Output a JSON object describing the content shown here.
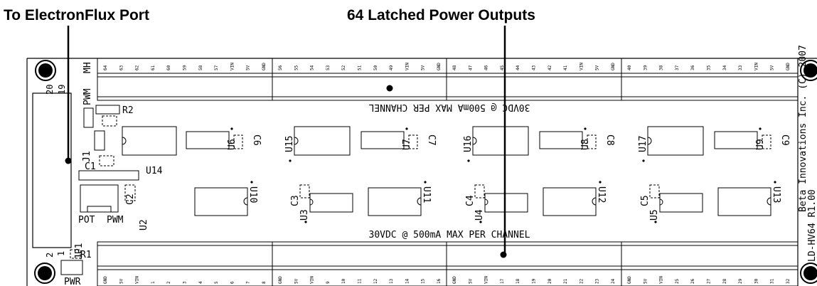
{
  "callouts": {
    "port": "To ElectronFlux Port",
    "outputs": "64 Latched Power Outputs"
  },
  "board": {
    "copyright_line1": "Beta Innovations Inc. (C) 2007",
    "copyright_line2": "LD-HV64 R1.00",
    "rating_top": "30VDC @ 500mA MAX PER CHANNEL",
    "rating_bottom": "30VDC @ 500mA MAX PER CHANNEL",
    "pin_numbers": {
      "top_20": "20",
      "top_19": "19",
      "bottom_2": "2",
      "bottom_1": "1"
    },
    "labels": {
      "mh": "MH",
      "pwm_top": "PWM",
      "r2": "R2",
      "j1": "J1",
      "c1": "C1",
      "u14": "U14",
      "c2": "C2",
      "pot": "POT",
      "pwm_bottom": "PWM",
      "u2": "U2",
      "jp1": "JP1",
      "r1": "R1",
      "pwr": "PWR"
    },
    "chips_upper": [
      {
        "u": "U15",
        "ug": "U7",
        "c": "C7"
      },
      {
        "u": "U16",
        "ug": "U8",
        "c": "C8"
      },
      {
        "u": "U17",
        "ug": "U9",
        "c": "C9"
      }
    ],
    "first_upper": {
      "ug": "U6",
      "c": "C6"
    },
    "chips_lower": [
      {
        "u": "U10"
      },
      {
        "u": "U11",
        "c": "C3",
        "ug": "U3"
      },
      {
        "u": "U12",
        "c": "C4",
        "ug": "U4"
      },
      {
        "u": "U13",
        "c": "C5",
        "ug": "U5"
      }
    ],
    "top_pins": [
      "64",
      "63",
      "62",
      "61",
      "60",
      "59",
      "58",
      "57",
      "VIN",
      "5V",
      "GND",
      "56",
      "55",
      "54",
      "53",
      "52",
      "51",
      "50",
      "49",
      "VIN",
      "5V",
      "GND",
      "48",
      "47",
      "46",
      "45",
      "44",
      "43",
      "42",
      "41",
      "VIN",
      "5V",
      "GND",
      "40",
      "39",
      "38",
      "37",
      "36",
      "35",
      "34",
      "33",
      "VIN",
      "5V",
      "GND"
    ],
    "bottom_pins": [
      "GND",
      "5V",
      "VIN",
      "1",
      "2",
      "3",
      "4",
      "5",
      "6",
      "7",
      "8",
      "GND",
      "5V",
      "VIN",
      "9",
      "10",
      "11",
      "12",
      "13",
      "14",
      "15",
      "16",
      "GND",
      "5V",
      "VIN",
      "17",
      "18",
      "19",
      "20",
      "21",
      "22",
      "23",
      "24",
      "GND",
      "5V",
      "VIN",
      "25",
      "26",
      "27",
      "28",
      "29",
      "30",
      "31",
      "32"
    ]
  }
}
